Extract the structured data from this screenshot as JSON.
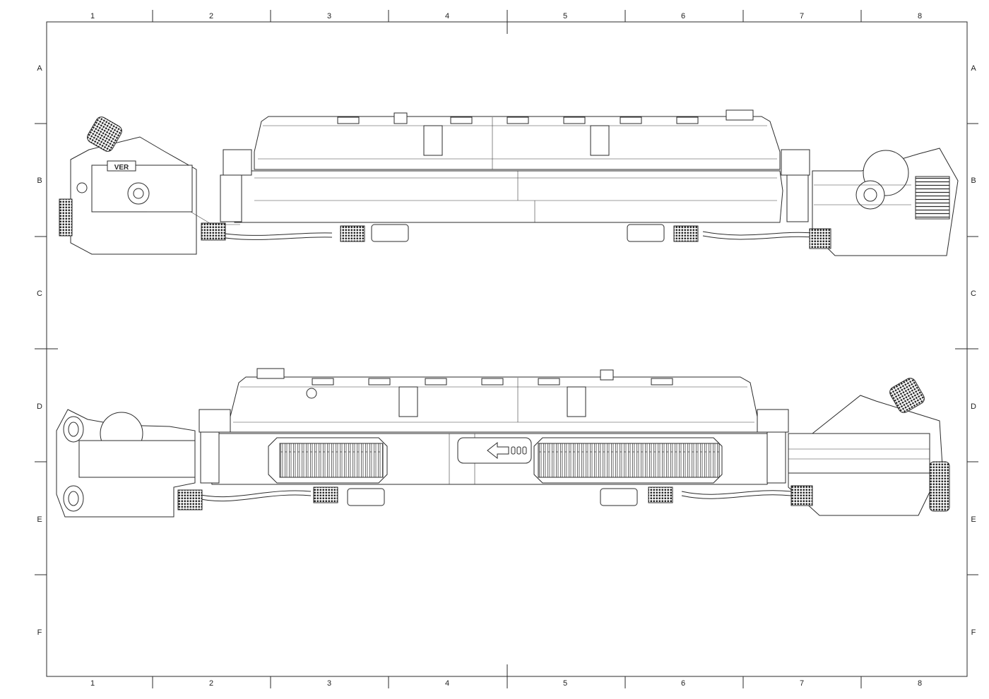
{
  "frame": {
    "columns": [
      "1",
      "2",
      "3",
      "4",
      "5",
      "6",
      "7",
      "8"
    ],
    "rows": [
      "A",
      "B",
      "C",
      "D",
      "E",
      "F"
    ]
  },
  "drawing": {
    "top_view": {
      "label": "VER"
    }
  },
  "colors": {
    "line": "#2b2b2b",
    "paper": "#ffffff",
    "grid_mark": "#9a9a9a"
  }
}
